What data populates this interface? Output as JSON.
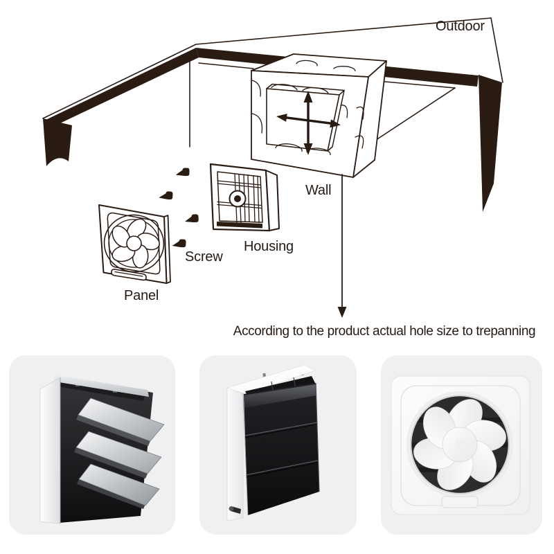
{
  "page": {
    "background": "#ffffff"
  },
  "diagram": {
    "labels": {
      "outdoor": "Outdoor",
      "wall": "Wall",
      "housing": "Housing",
      "screw": "Screw",
      "panel": "Panel"
    },
    "caption": "According to the product actual hole size to trepanning",
    "line_color": "#2a1b13",
    "screw_count": 4
  },
  "products": {
    "tile_background": "#f0f0f1",
    "items": [
      {
        "name": "fan-rear-view-shutters-open"
      },
      {
        "name": "fan-rear-view-shutters-closed"
      },
      {
        "name": "fan-front-view-panel"
      }
    ]
  }
}
